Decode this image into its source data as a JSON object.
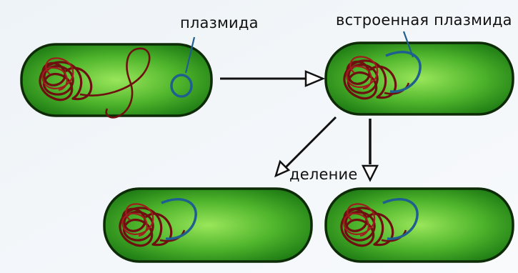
{
  "labels": {
    "plasmid": "плазмида",
    "integrated_plasmid": "встроенная плазмида",
    "division": "деление"
  },
  "colors": {
    "cell_fill_center": "#8fe24a",
    "cell_fill_edge": "#1f7f14",
    "cell_outline": "#0d2b07",
    "chromosome": "#7a1212",
    "plasmid": "#1f5f8f",
    "arrow": "#111111"
  }
}
